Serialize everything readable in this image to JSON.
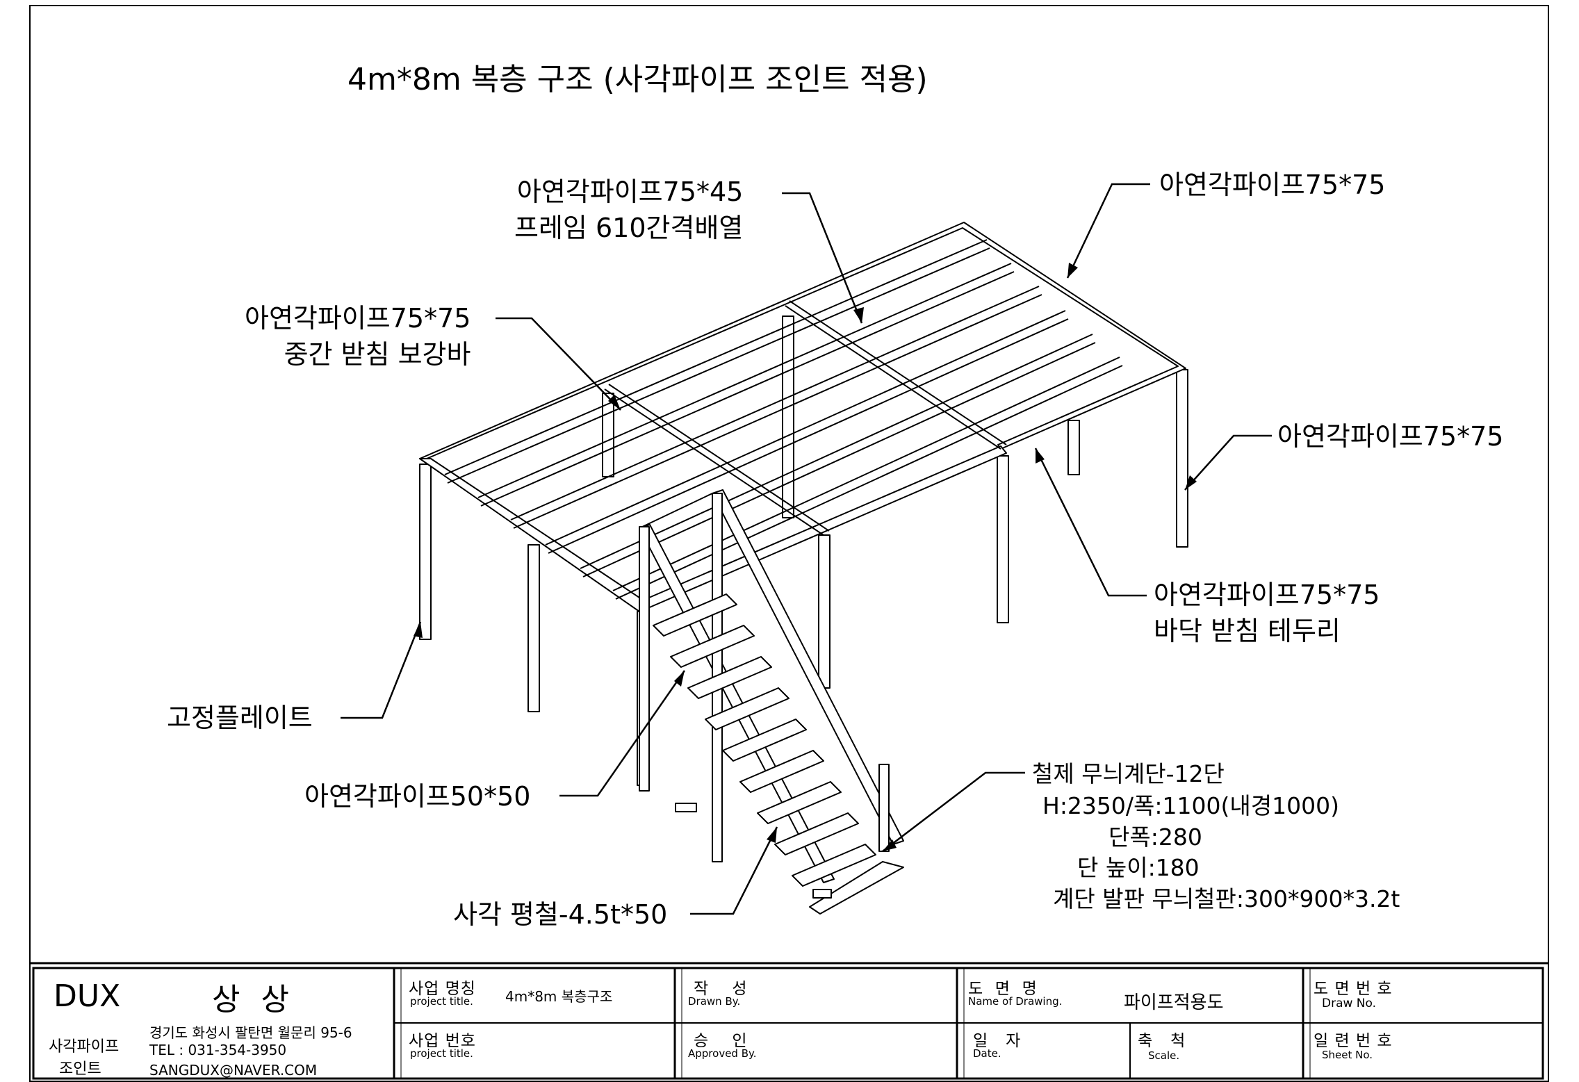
{
  "title": "4m*8m 복층 구조 (사각파이프 조인트 적용)",
  "callouts": {
    "frame_pipe": {
      "line1": "아연각파이프75*45",
      "line2": "프레임 610간격배열"
    },
    "top_pipe": {
      "line1": "아연각파이프75*75"
    },
    "mid_support": {
      "line1": "아연각파이프75*75",
      "line2": "중간 받침 보강바"
    },
    "right_post": {
      "line1": "아연각파이프75*75"
    },
    "floor_edge": {
      "line1": "아연각파이프75*75",
      "line2": "바닥 받침 테두리"
    },
    "base_plate": {
      "line1": "고정플레이트"
    },
    "stair_pipe": {
      "line1": "아연각파이프50*50"
    },
    "flat_bar": {
      "line1": "사각 평철-4.5t*50"
    }
  },
  "stair_spec": {
    "line1": "철제 무늬계단-12단",
    "line2": "H:2350/폭:1100(내경1000)",
    "line3": "단폭:280",
    "line4": "단 높이:180",
    "line5": "계단 발판 무늬철판:300*900*3.2t"
  },
  "title_block": {
    "brand": "DUX",
    "company": "상 상",
    "sub_brand_line1": "사각파이프",
    "sub_brand_line2": "조인트",
    "address": "경기도 화성시 팔탄면 월문리 95-6",
    "tel": "TEL : 031-354-3950",
    "email": "SANGDUX@NAVER.COM",
    "project_name_kr": "사업 명칭",
    "project_name_en": "project title.",
    "project_name_value": "4m*8m 복층구조",
    "project_no_kr": "사업 번호",
    "project_no_en": "project title.",
    "drawn_kr": "작    성",
    "drawn_en": "Drawn By.",
    "approved_kr": "승    인",
    "approved_en": "Approved By.",
    "drawing_name_kr": "도  면  명",
    "drawing_name_en": "Name of Drawing.",
    "drawing_name_value": "파이프적용도",
    "date_kr": "일   자",
    "date_en": "Date.",
    "scale_kr": "축   척",
    "scale_en": "Scale.",
    "draw_no_kr": "도 면 번 호",
    "draw_no_en": "Draw No.",
    "sheet_no_kr": "일 련 번 호",
    "sheet_no_en": "Sheet No."
  }
}
